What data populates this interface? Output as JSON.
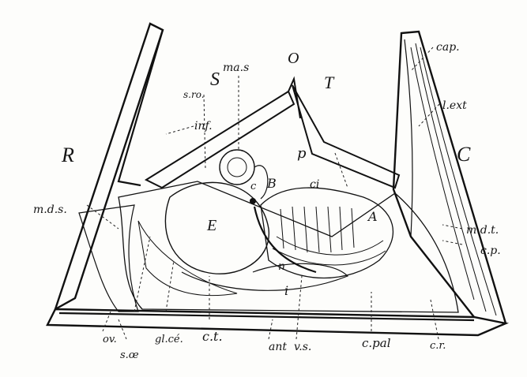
{
  "figure": {
    "labels": {
      "R": "R",
      "S": "S",
      "T": "T",
      "C": "C",
      "O": "O",
      "cap": "cap.",
      "l_ext": "l.ext",
      "ma_s": "ma.s",
      "s_ro": "s.ro.",
      "inf": "inf.",
      "p": "p",
      "ci": "ci",
      "B": "B",
      "A": "A",
      "m_d_s": "m.d.s.",
      "m_d_t": "m.d.t.",
      "c_p": "c.p.",
      "E": "E",
      "c": "c",
      "n": "n",
      "i": "i",
      "ov": "ov.",
      "s_oe": "s.œ",
      "gl_ce": "gl.cé.",
      "c_t": "c.t.",
      "ant": "ant",
      "v_s": "v.s.",
      "c_pal": "c.pal",
      "c_r": "c.r."
    }
  }
}
